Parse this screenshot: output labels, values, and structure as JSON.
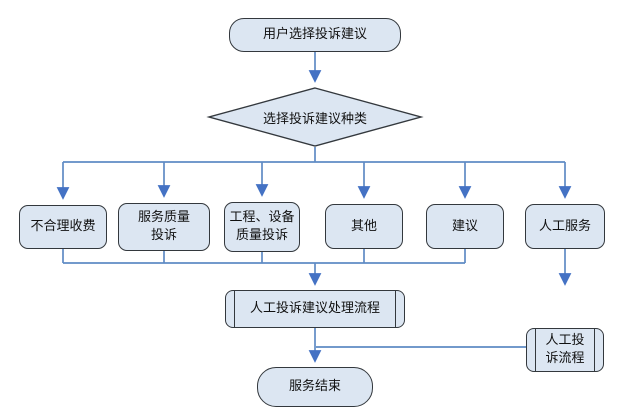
{
  "diagram": {
    "title": "complaint-suggestion-ivr-flowchart",
    "colors": {
      "node_fill": "#dce6f2",
      "node_border": "#33383d",
      "connector_line": "#5f8bc4",
      "arrowhead": "#4472c4",
      "text": "#111111",
      "background": "#ffffff"
    },
    "nodes": {
      "start": {
        "label": "用户选择投诉建议",
        "type": "terminator"
      },
      "decision": {
        "label": "选择投诉建议种类",
        "type": "decision"
      },
      "b1": {
        "label": "不合理收费",
        "type": "process"
      },
      "b2": {
        "label": "服务质量投诉",
        "type": "process"
      },
      "b3": {
        "label": "工程、设备质量投诉",
        "type": "process"
      },
      "b4": {
        "label": "其他",
        "type": "process"
      },
      "b5": {
        "label": "建议",
        "type": "process"
      },
      "b6": {
        "label": "人工服务",
        "type": "process"
      },
      "manual_process": {
        "label": "人工投诉建议处理流程",
        "type": "predefined-process"
      },
      "manual_complaint": {
        "label": "人工投诉流程",
        "type": "predefined-process"
      },
      "end": {
        "label": "服务结束",
        "type": "terminator"
      }
    },
    "edges": [
      {
        "from": "start",
        "to": "decision"
      },
      {
        "from": "decision",
        "to": "b1"
      },
      {
        "from": "decision",
        "to": "b2"
      },
      {
        "from": "decision",
        "to": "b3"
      },
      {
        "from": "decision",
        "to": "b4"
      },
      {
        "from": "decision",
        "to": "b5"
      },
      {
        "from": "decision",
        "to": "b6"
      },
      {
        "from": "b1",
        "to": "manual_process"
      },
      {
        "from": "b2",
        "to": "manual_process"
      },
      {
        "from": "b3",
        "to": "manual_process"
      },
      {
        "from": "b4",
        "to": "manual_process"
      },
      {
        "from": "b5",
        "to": "manual_process"
      },
      {
        "from": "b6",
        "to": "manual_complaint"
      },
      {
        "from": "manual_process",
        "to": "end"
      },
      {
        "from": "manual_complaint",
        "to": "end"
      }
    ]
  }
}
